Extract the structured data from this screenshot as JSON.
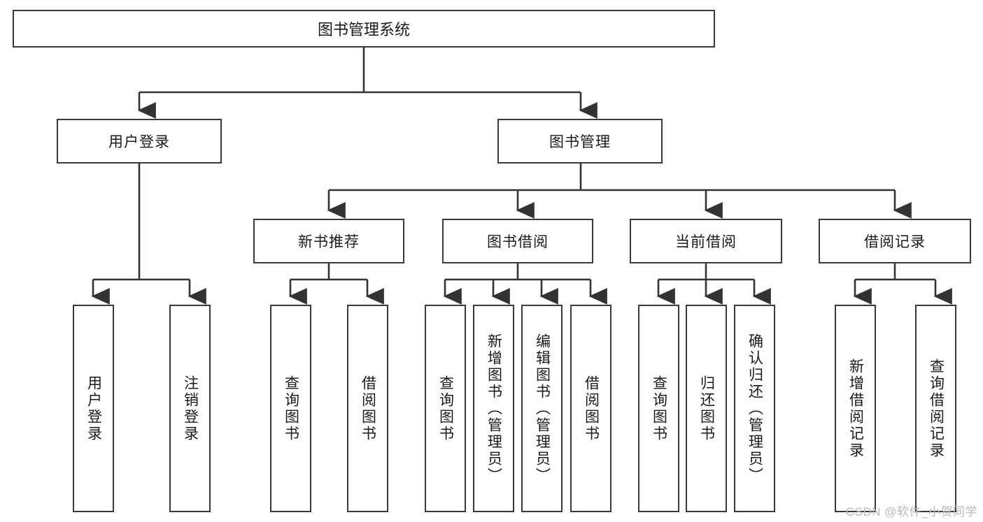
{
  "diagram": {
    "title": "图书管理系统",
    "type": "hierarchy-tree",
    "watermark": "CSDN @软件_小贺同学",
    "colors": {
      "box_border": "#3a3a3a",
      "box_fill": "#ffffff",
      "connector": "#333333",
      "text": "#1a1a1a",
      "watermark": "#b9b9b9"
    },
    "nodes": {
      "root": {
        "label": "图书管理系统",
        "level": 1,
        "orientation": "horizontal"
      },
      "level2": [
        {
          "id": "user-login",
          "label": "用户登录",
          "orientation": "horizontal"
        },
        {
          "id": "book-manage",
          "label": "图书管理",
          "orientation": "horizontal"
        }
      ],
      "level3": [
        {
          "id": "new-book-rec",
          "label": "新书推荐",
          "orientation": "horizontal",
          "parent": "book-manage"
        },
        {
          "id": "book-borrow",
          "label": "图书借阅",
          "orientation": "horizontal",
          "parent": "book-manage"
        },
        {
          "id": "current-borrow",
          "label": "当前借阅",
          "orientation": "horizontal",
          "parent": "book-manage"
        },
        {
          "id": "borrow-record",
          "label": "借阅记录",
          "orientation": "horizontal",
          "parent": "book-manage"
        }
      ],
      "leaves": [
        {
          "id": "leaf-user-login",
          "label": "用户登录",
          "parent": "user-login",
          "orientation": "vertical"
        },
        {
          "id": "leaf-user-logout",
          "label": "注销登录",
          "parent": "user-login",
          "orientation": "vertical"
        },
        {
          "id": "leaf-query-book-1",
          "label": "查询图书",
          "parent": "new-book-rec",
          "orientation": "vertical"
        },
        {
          "id": "leaf-borrow-book-1",
          "label": "借阅图书",
          "parent": "new-book-rec",
          "orientation": "vertical"
        },
        {
          "id": "leaf-query-book-2",
          "label": "查询图书",
          "parent": "book-borrow",
          "orientation": "vertical"
        },
        {
          "id": "leaf-add-book",
          "label": "新增图书（管理员）",
          "parent": "book-borrow",
          "orientation": "vertical"
        },
        {
          "id": "leaf-edit-book",
          "label": "编辑图书（管理员）",
          "parent": "book-borrow",
          "orientation": "vertical"
        },
        {
          "id": "leaf-borrow-book-2",
          "label": "借阅图书",
          "parent": "book-borrow",
          "orientation": "vertical"
        },
        {
          "id": "leaf-query-book-3",
          "label": "查询图书",
          "parent": "current-borrow",
          "orientation": "vertical"
        },
        {
          "id": "leaf-return-book",
          "label": "归还图书",
          "parent": "current-borrow",
          "orientation": "vertical"
        },
        {
          "id": "leaf-confirm-return",
          "label": "确认归还（管理员）",
          "parent": "current-borrow",
          "orientation": "vertical"
        },
        {
          "id": "leaf-add-record",
          "label": "新增借阅记录",
          "parent": "borrow-record",
          "orientation": "vertical"
        },
        {
          "id": "leaf-query-record",
          "label": "查询借阅记录",
          "parent": "borrow-record",
          "orientation": "vertical"
        }
      ]
    }
  }
}
